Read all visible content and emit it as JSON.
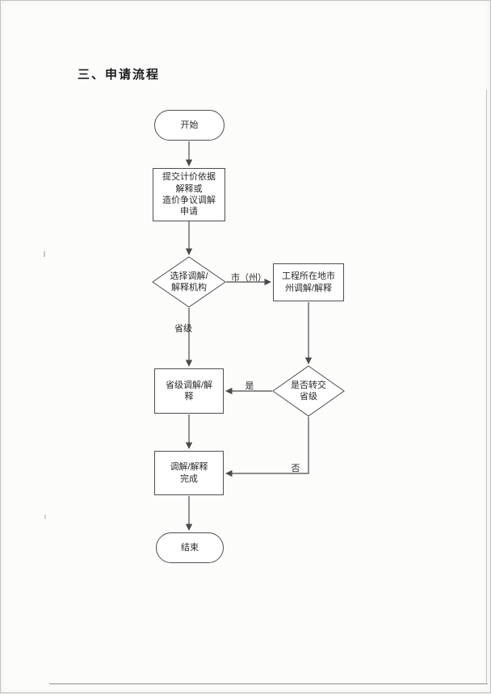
{
  "page": {
    "title": "三、申请流程"
  },
  "flowchart": {
    "nodes": {
      "start": {
        "label": "开始"
      },
      "submit": {
        "label": "提交计价依据\n解释或\n造价争议调解\n申请"
      },
      "choose": {
        "label": "选择调解/\n解释机构"
      },
      "city": {
        "label": "工程所在地市\n州调解/解释"
      },
      "provincial": {
        "label": "省级调解/解\n释"
      },
      "transfer": {
        "label": "是否转交\n省级"
      },
      "complete": {
        "label": "调解/解释\n完成"
      },
      "end": {
        "label": "结束"
      }
    },
    "edge_labels": {
      "city_branch": "市（州）",
      "provincial_branch": "省级",
      "yes": "是",
      "no": "否"
    },
    "colors": {
      "stroke": "#4a4a4a",
      "text": "#2a2a2a"
    }
  }
}
